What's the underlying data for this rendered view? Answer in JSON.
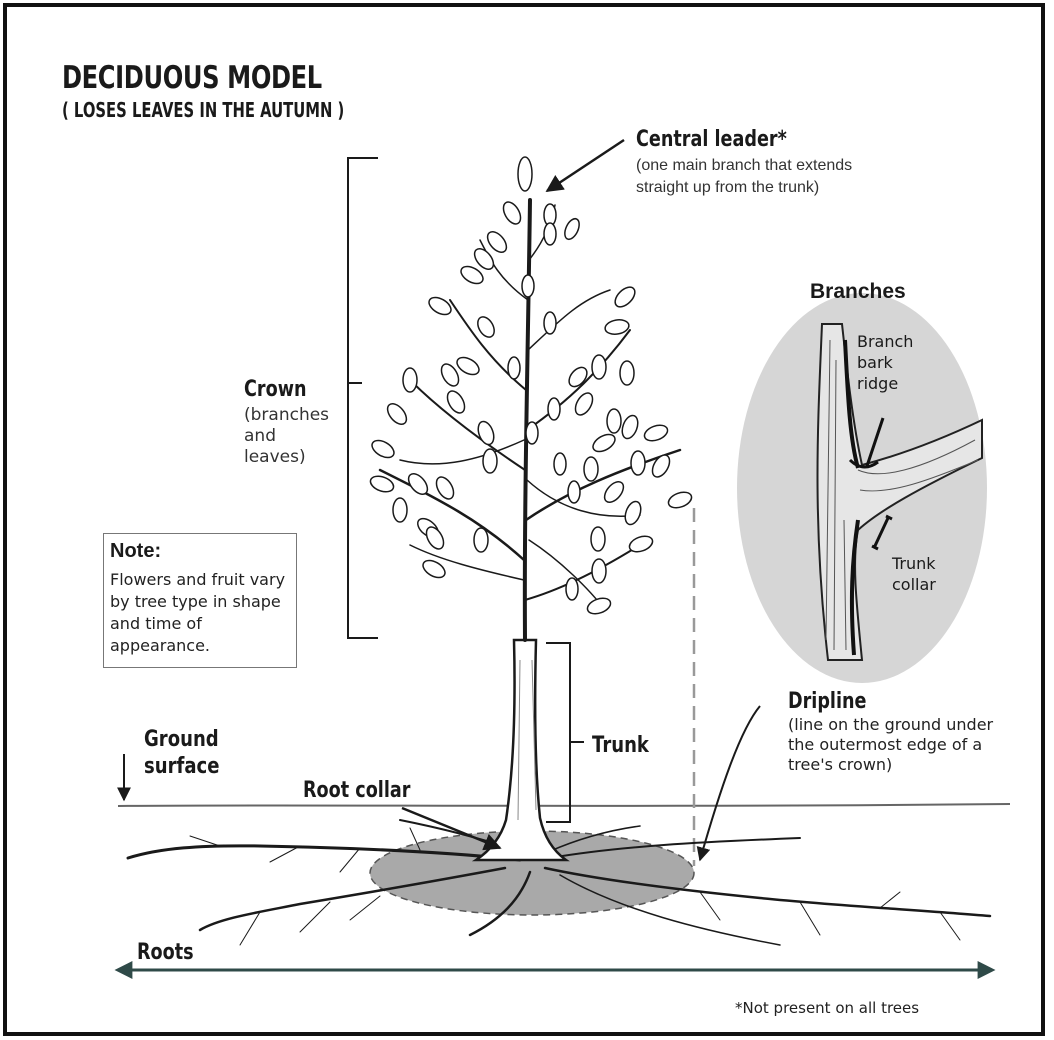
{
  "title": "DECIDUOUS MODEL",
  "subtitle": "( LOSES LEAVES IN THE AUTUMN )",
  "central_leader": {
    "title": "Central leader*",
    "description": "(one main branch that extends straight up from the trunk)"
  },
  "crown": {
    "title": "Crown",
    "description": "(branches and leaves)"
  },
  "note": {
    "title": "Note:",
    "text": "Flowers and fruit vary by tree type in shape and time of appearance."
  },
  "branches_inset": {
    "title": "Branches",
    "branch_bark_ridge": "Branch bark ridge",
    "trunk_collar": "Trunk collar"
  },
  "dripline": {
    "title": "Dripline",
    "description": "(line on the ground under the outermost edge of a tree's crown)"
  },
  "ground_surface": "Ground surface",
  "trunk": "Trunk",
  "root_collar": "Root collar",
  "roots": "Roots",
  "footnote": "*Not present on all trees",
  "colors": {
    "ink": "#1a1a1a",
    "inset_fill": "#d6d6d6",
    "dripline_fill": "#a9a9a9",
    "roots_arrow": "#2f4a48"
  }
}
